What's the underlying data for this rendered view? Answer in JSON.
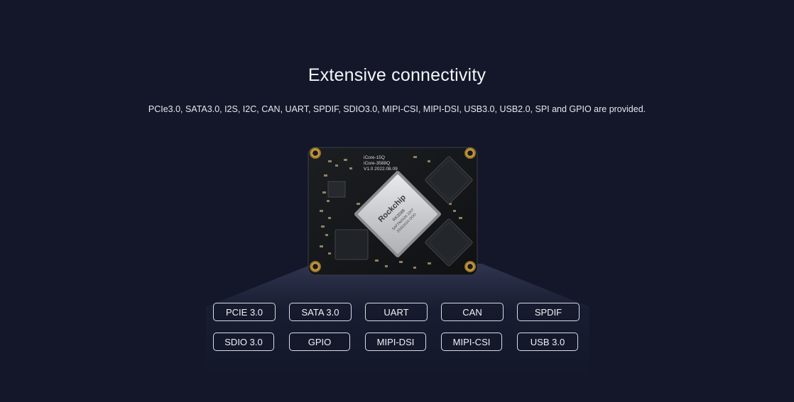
{
  "section": {
    "title": "Extensive connectivity",
    "description": "PCIe3.0, SATA3.0, I2S, I2C, CAN, UART, SPDIF, SDIO3.0, MIPI-CSI, MIPI-DSI, USB3.0, USB2.0, SPI and GPIO are provided."
  },
  "board": {
    "silkscreen_line1": "iCore-15Q",
    "silkscreen_line2": "iCore-3588Q",
    "silkscreen_line3": "V1.0  2022.08.09",
    "soc_brand": "Rockchip",
    "soc_model": "RK3588",
    "soc_line2": "SAFTN2S2K 2207",
    "soc_line3": "2SS01010 OOO"
  },
  "interfaces": [
    {
      "label": "PCIE 3.0"
    },
    {
      "label": "SATA 3.0"
    },
    {
      "label": "UART"
    },
    {
      "label": "CAN"
    },
    {
      "label": "SPDIF"
    },
    {
      "label": "SDIO 3.0"
    },
    {
      "label": "GPIO"
    },
    {
      "label": "MIPI-DSI"
    },
    {
      "label": "MIPI-CSI"
    },
    {
      "label": "USB 3.0"
    }
  ]
}
